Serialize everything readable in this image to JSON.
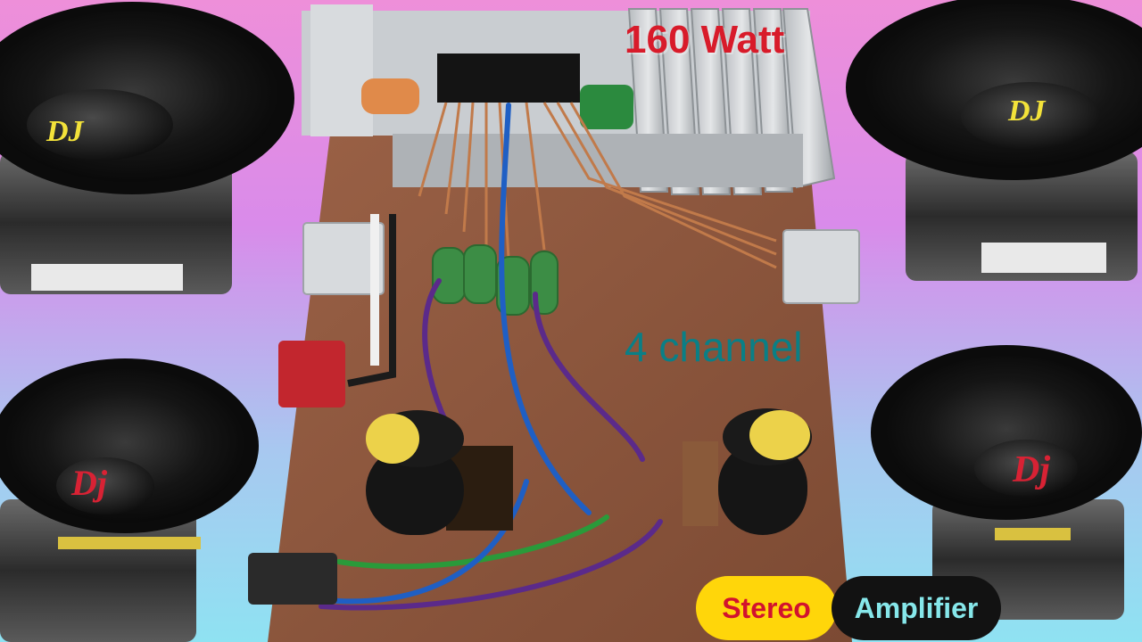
{
  "overlay": {
    "power": "160 Watt",
    "channels": "4 channel",
    "stereo": "Stereo",
    "amplifier": "Amplifier"
  },
  "speakers": {
    "top_left_label": "DJ",
    "top_right_label": "DJ",
    "bottom_left_label": "Dj",
    "bottom_right_label": "Dj"
  },
  "colors": {
    "power_text": "#d81b2a",
    "channels_text": "#0a7f86",
    "stereo_pill": "#ffd60a",
    "amplifier_pill": "#121212"
  }
}
